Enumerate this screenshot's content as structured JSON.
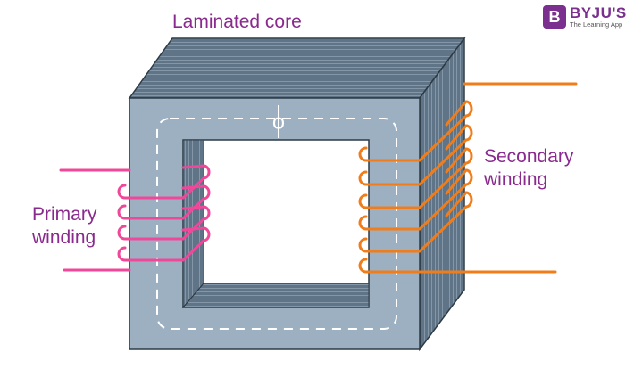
{
  "labels": {
    "core": "Laminated core",
    "flux_symbol": "ϕ",
    "primary": [
      "Primary",
      "winding"
    ],
    "secondary": [
      "Secondary",
      "winding"
    ]
  },
  "logo": {
    "mark": "B",
    "name": "BYJU'S",
    "tagline": "The Learning App"
  },
  "colors": {
    "core_front": "#9db0c2",
    "core_side": "#5f7487",
    "primary_winding": "#f0479a",
    "secondary_winding": "#f07d1a",
    "label_text": "#8a2a8e"
  }
}
